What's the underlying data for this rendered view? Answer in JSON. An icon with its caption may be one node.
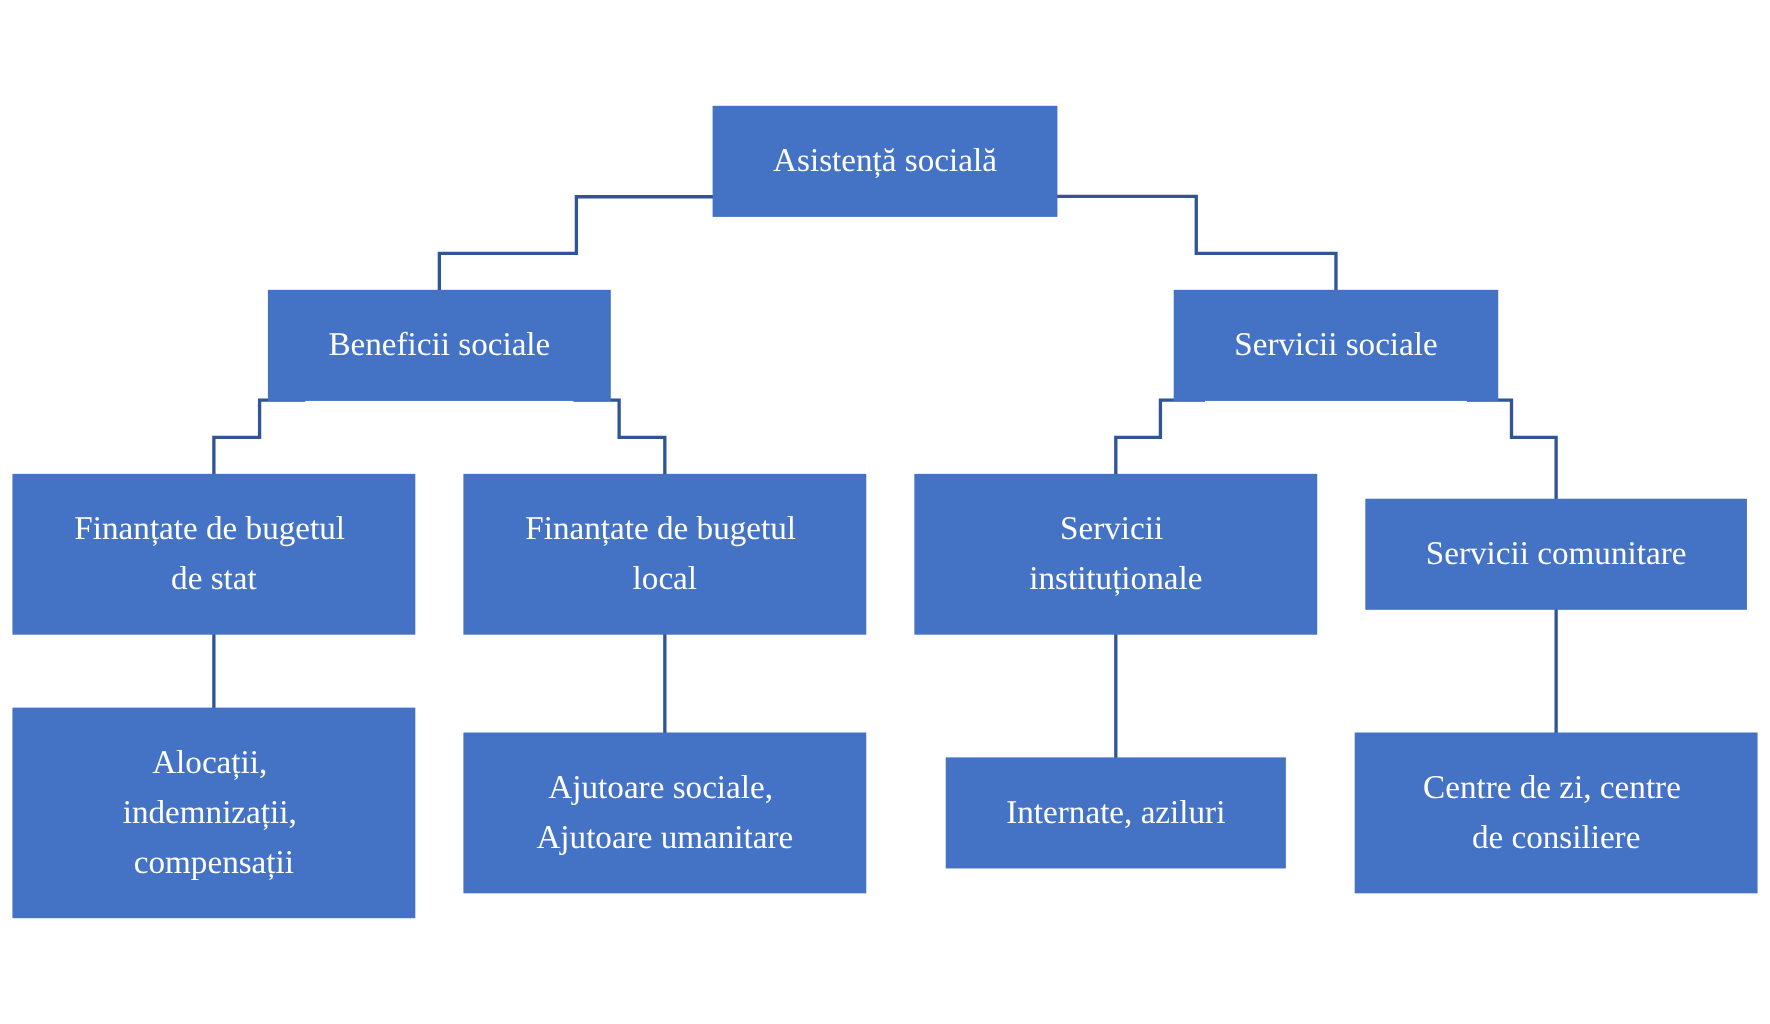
{
  "diagram": {
    "nodes": [
      {
        "text": [
          "Asistență socială"
        ]
      },
      {
        "text": [
          "Beneficii sociale"
        ]
      },
      {
        "text": [
          "Servicii sociale"
        ]
      },
      {
        "text": [
          "Finanțate de bugetul de stat"
        ]
      },
      {
        "text": [
          "Finanțate de bugetul local"
        ]
      },
      {
        "text": [
          "Servicii instituționale"
        ]
      },
      {
        "text": [
          "Servicii comunitare"
        ]
      },
      {
        "text": [
          "Alocații, indemnizații, compensații"
        ]
      },
      {
        "text": [
          "Ajutoare sociale, Ajutoare umanitare"
        ]
      },
      {
        "text": [
          "Internate, aziluri"
        ]
      },
      {
        "text": [
          "Centre de zi, centre de consiliere"
        ]
      }
    ],
    "edges": [
      {
        "from": 0,
        "to": 1,
        "arrow": "none"
      },
      {
        "from": 0,
        "to": 2,
        "arrow": "none"
      },
      {
        "from": 1,
        "to": 3,
        "arrow": "none"
      },
      {
        "from": 1,
        "to": 4,
        "arrow": "none"
      },
      {
        "from": 2,
        "to": 5,
        "arrow": "none"
      },
      {
        "from": 2,
        "to": 6,
        "arrow": "none"
      },
      {
        "from": 3,
        "to": 7,
        "arrow": "none"
      },
      {
        "from": 4,
        "to": 8,
        "arrow": "none"
      },
      {
        "from": 5,
        "to": 9,
        "arrow": "none"
      },
      {
        "from": 6,
        "to": 10,
        "arrow": "none"
      }
    ]
  }
}
